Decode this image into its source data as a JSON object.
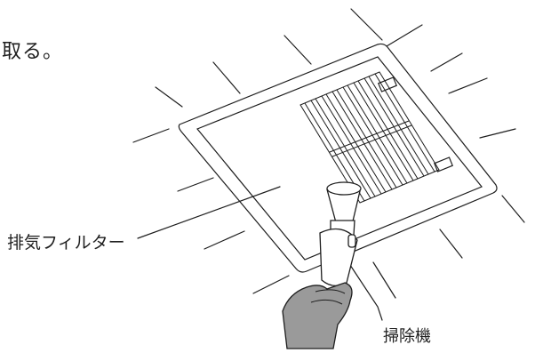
{
  "text": {
    "top_fragment": "取る。",
    "label_filter": "排気フィルター",
    "label_cleaner": "掃除機"
  },
  "colors": {
    "line": "#1e1e1e",
    "hand_fill": "#9a9a9a",
    "background": "#ffffff"
  },
  "icons": {
    "hand": "hand-icon",
    "vacuum": "vacuum-nozzle-icon"
  }
}
